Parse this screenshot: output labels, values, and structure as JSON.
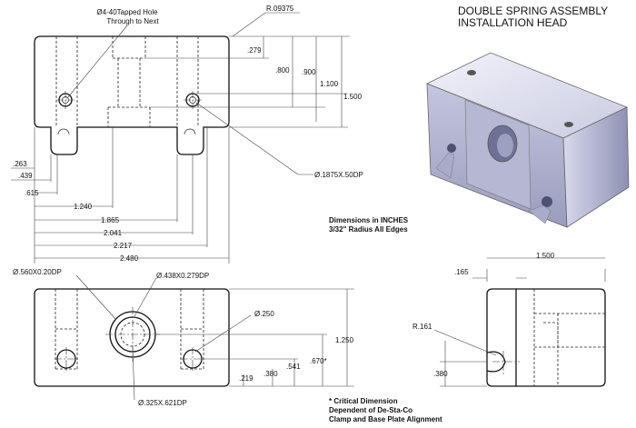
{
  "title": {
    "line1": "DOUBLE SPRING ASSEMBLY",
    "line2": "INSTALLATION HEAD"
  },
  "notes": {
    "dimensions_line1": "Dimensions in INCHES",
    "dimensions_line2": "3/32\" Radius All Edges",
    "critical_line1": "* Critical Dimension",
    "critical_line2": "Dependent of De-Sta-Co",
    "critical_line3": "Clamp and Base Plate Alignment"
  },
  "top_view": {
    "hole_callout_line1": "Ø4-40Tapped Hole",
    "hole_callout_line2": "Through to Next",
    "radius_callout": "R.09375",
    "counterbore_callout": "Ø.1875X.50DP",
    "dims": {
      "d279": ".279",
      "d800": ".800",
      "d900": ".900",
      "d1100": "1.100",
      "d1500": "1.500",
      "d263": ".263",
      "d439": ".439",
      "d615": ".615",
      "d1240": "1.240",
      "d1865": "1.865",
      "d2041": "2.041",
      "d2217": "2.217",
      "d2480": "2.480"
    }
  },
  "front_view": {
    "callout_left_top": "Ø.560X0.20DP",
    "callout_center_top": "Ø.438X0.279DP",
    "callout_right": "Ø.250",
    "callout_bottom": "Ø.325X.621DP",
    "dims": {
      "d1250": "1.250",
      "d670": ".670*",
      "d541": ".541",
      "d380": ".380",
      "d219": ".219"
    }
  },
  "side_view": {
    "dims": {
      "d1500": "1.500",
      "d165": ".165",
      "r161": "R.161",
      "d380": ".380"
    }
  }
}
